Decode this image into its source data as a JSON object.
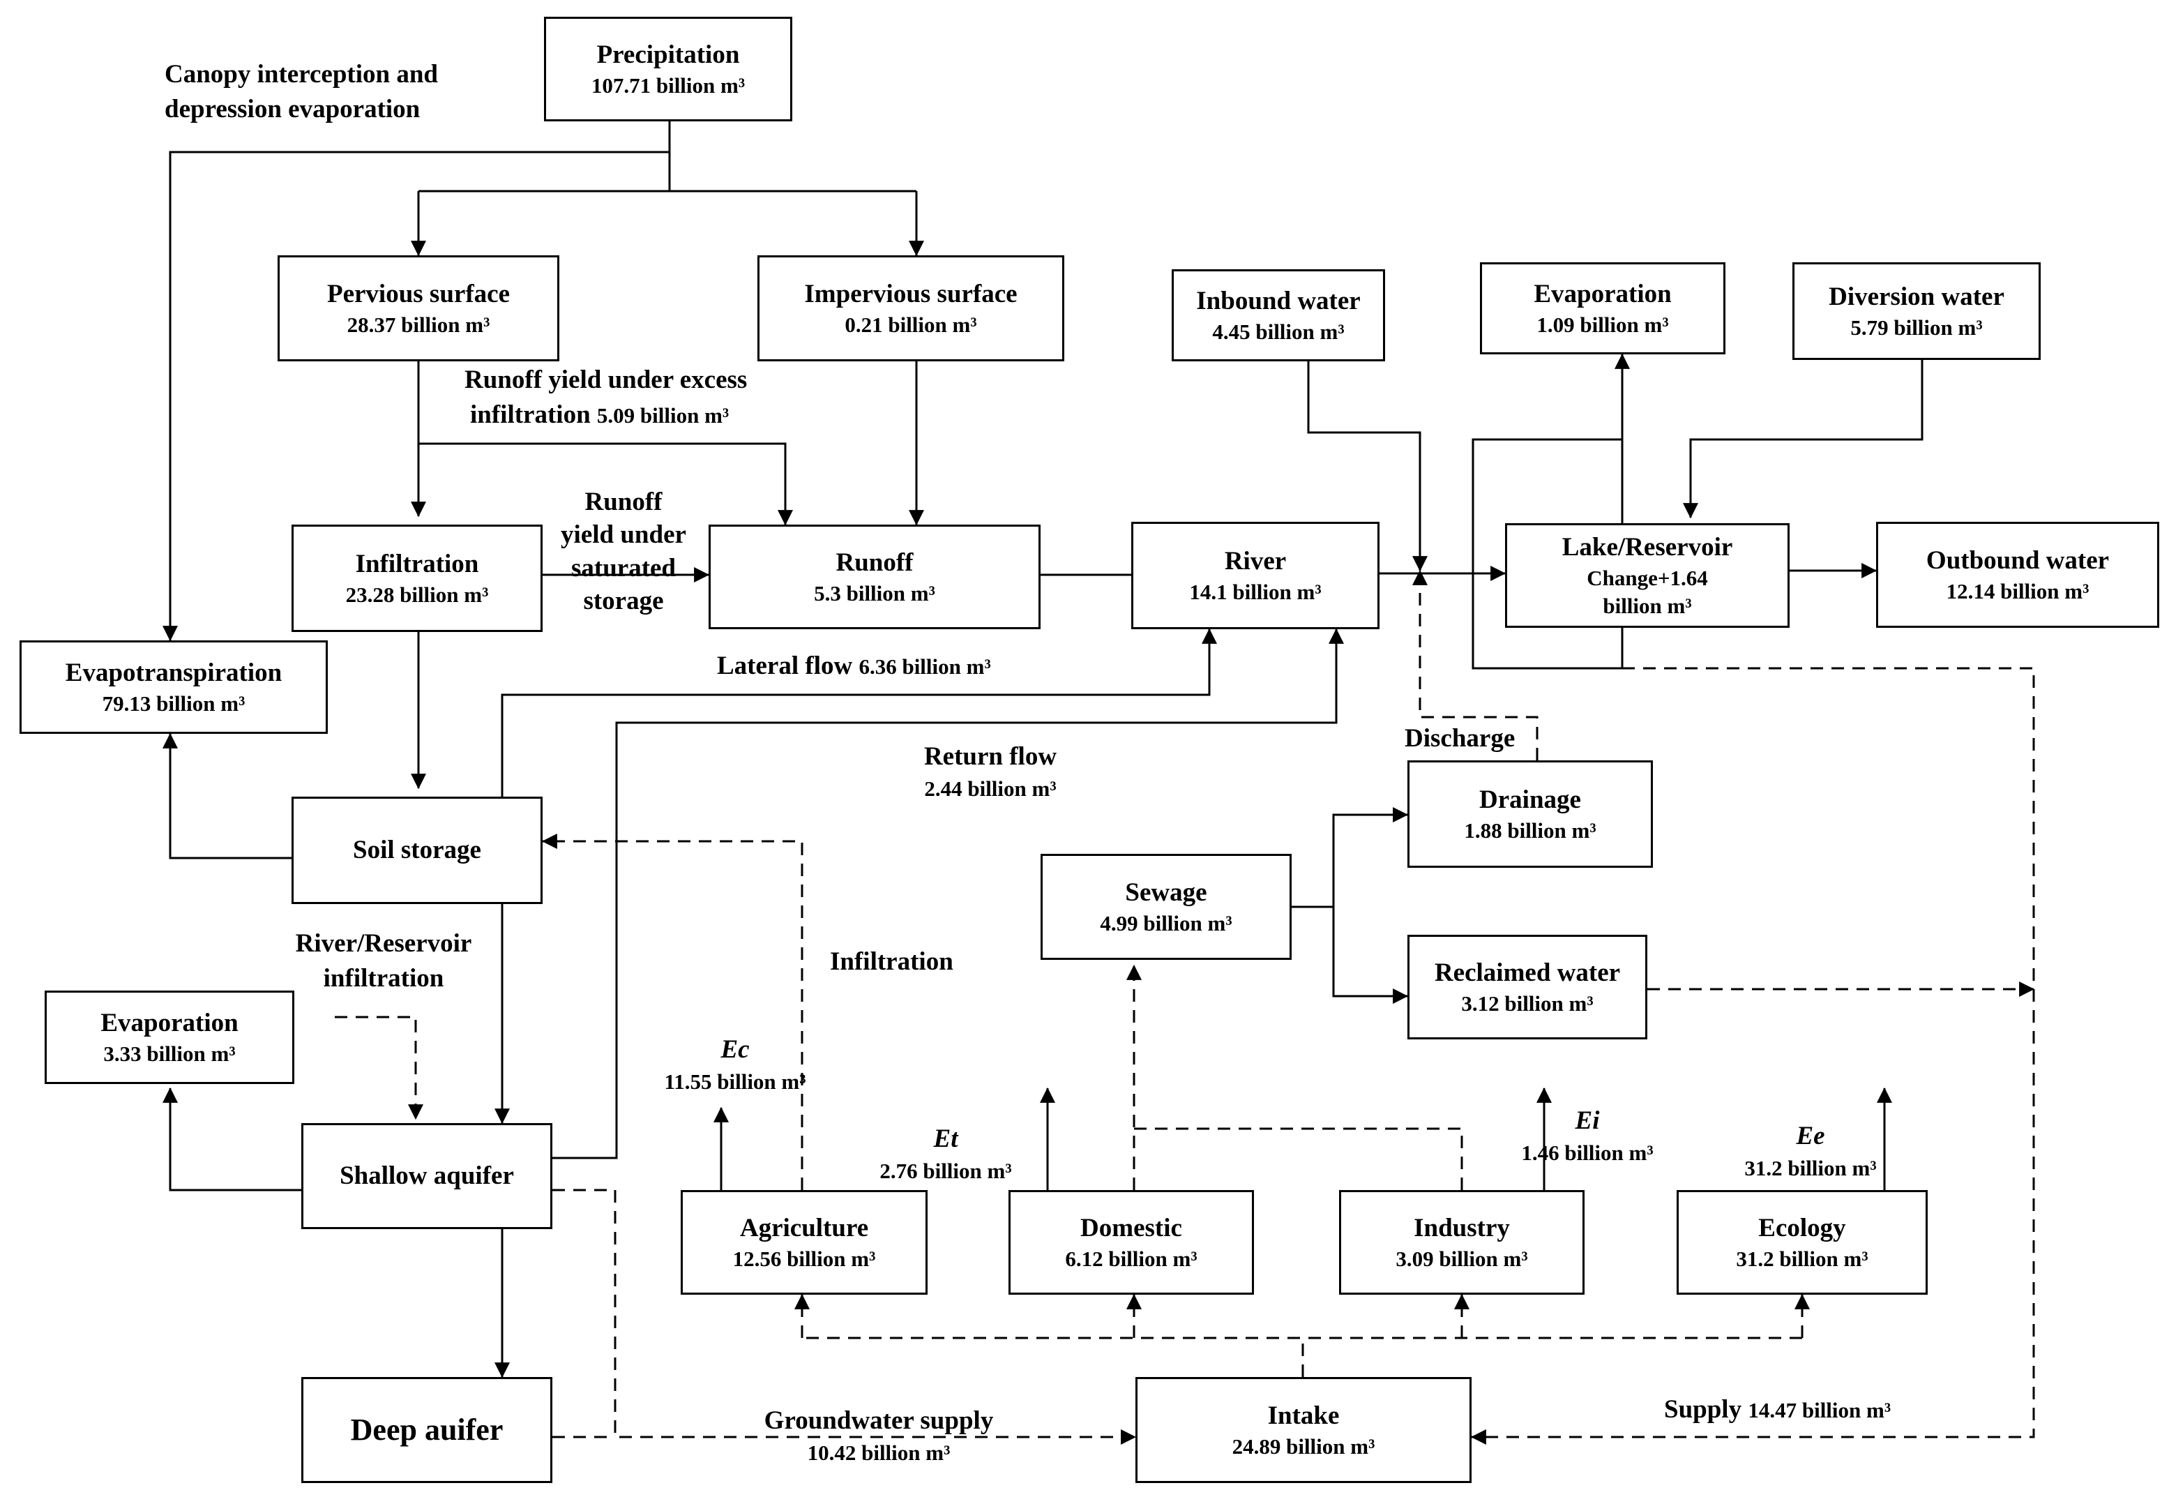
{
  "nodes": {
    "precipitation": {
      "title": "Precipitation",
      "value": "107.71 billion m³"
    },
    "pervious": {
      "title": "Pervious surface",
      "value": "28.37 billion m³"
    },
    "impervious": {
      "title": "Impervious surface",
      "value": "0.21 billion m³"
    },
    "inbound": {
      "title": "Inbound water",
      "value": "4.45 billion m³"
    },
    "evap_lake": {
      "title": "Evaporation",
      "value": "1.09 billion m³"
    },
    "diversion": {
      "title": "Diversion water",
      "value": "5.79 billion m³"
    },
    "infiltration": {
      "title": "Infiltration",
      "value": "23.28 billion m³"
    },
    "runoff": {
      "title": "Runoff",
      "value": "5.3 billion m³"
    },
    "river": {
      "title": "River",
      "value": "14.1 billion m³"
    },
    "lake": {
      "title": "Lake/Reservoir",
      "line2": "Change+1.64",
      "line3": "billion m³"
    },
    "outbound": {
      "title": "Outbound water",
      "value": "12.14 billion m³"
    },
    "evapotranspiration": {
      "title": "Evapotranspiration",
      "value": "79.13 billion m³"
    },
    "soil": {
      "title": "Soil storage"
    },
    "drainage": {
      "title": "Drainage",
      "value": "1.88 billion m³"
    },
    "sewage": {
      "title": "Sewage",
      "value": "4.99 billion m³"
    },
    "reclaimed": {
      "title": "Reclaimed water",
      "value": "3.12 billion m³"
    },
    "evap_gw": {
      "title": "Evaporation",
      "value": "3.33 billion m³"
    },
    "shallow": {
      "title": "Shallow aquifer"
    },
    "agriculture": {
      "title": "Agriculture",
      "value": "12.56 billion m³"
    },
    "domestic": {
      "title": "Domestic",
      "value": "6.12 billion m³"
    },
    "industry": {
      "title": "Industry",
      "value": "3.09 billion m³"
    },
    "ecology": {
      "title": "Ecology",
      "value": "31.2 billion m³"
    },
    "deep": {
      "title": "Deep auifer"
    },
    "intake": {
      "title": "Intake",
      "value": "24.89 billion m³"
    }
  },
  "labels": {
    "canopy_line1": "Canopy interception and",
    "canopy_line2": "depression evaporation",
    "runoff_excess_line1": "Runoff yield under excess",
    "runoff_excess_line2_a": "infiltration",
    "runoff_excess_line2_b": "5.09 billion m³",
    "runoff_saturated_line1": "Runoff",
    "runoff_saturated_line2": "yield under",
    "runoff_saturated_line3": "saturated",
    "runoff_saturated_line4": "storage",
    "lateral_a": "Lateral flow",
    "lateral_b": "6.36 billion m³",
    "return_flow_line1": "Return flow",
    "return_flow_line2": "2.44 billion m³",
    "discharge": "Discharge",
    "river_res_line1": "River/Reservoir",
    "river_res_line2": "infiltration",
    "infiltration_label": "Infiltration",
    "ec_symbol": "Ec",
    "ec_value": "11.55 billion m³",
    "et_symbol": "Et",
    "et_value": "2.76 billion m³",
    "ei_symbol": "Ei",
    "ei_value": "1.46 billion m³",
    "ee_symbol": "Ee",
    "ee_value": "31.2 billion m³",
    "gw_supply_line1": "Groundwater supply",
    "gw_supply_line2": "10.42 billion m³",
    "supply_a": "Supply",
    "supply_b": "14.47 billion m³"
  }
}
